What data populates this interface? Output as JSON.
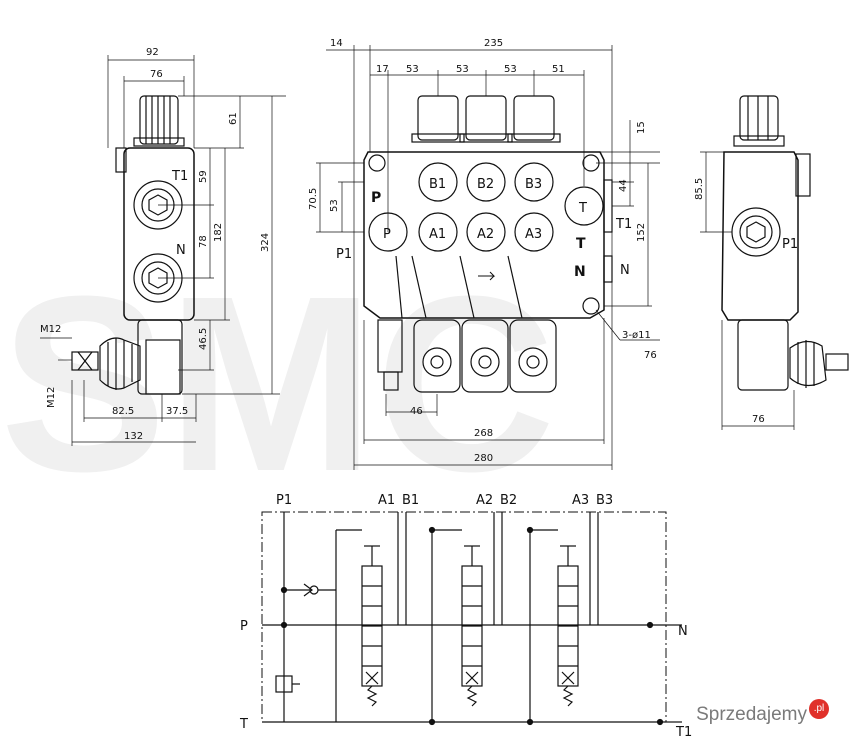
{
  "watermark": "SMC",
  "brand": {
    "name": "Sprzedajemy",
    "tld": ".pl"
  },
  "side_view_left": {
    "dims": {
      "d92": "92",
      "d76": "76",
      "d61": "61",
      "d59": "59",
      "d78": "78",
      "d182": "182",
      "d324": "324",
      "d46_5": "46.5",
      "d82_5": "82.5",
      "d37_5": "37.5",
      "d132": "132",
      "m12a": "M12",
      "m12b": "M12"
    },
    "ports": {
      "t1": "T1",
      "n": "N"
    }
  },
  "front_view": {
    "dims": {
      "d14": "14",
      "d235": "235",
      "d17": "17",
      "d53a": "53",
      "d53b": "53",
      "d53c": "53",
      "d51": "51",
      "d15": "15",
      "d44": "44",
      "d152": "152",
      "d70_5": "70.5",
      "d53v": "53",
      "d46": "46",
      "d268": "268",
      "d280": "280",
      "holes": "3-ø11",
      "d76": "76"
    },
    "ports": {
      "b1": "B1",
      "b2": "B2",
      "b3": "B3",
      "a1": "A1",
      "a2": "A2",
      "a3": "A3",
      "p": "P",
      "p_side": "P",
      "t": "T",
      "t_side": "T",
      "n_side": "N",
      "n": "N",
      "p1": "P1",
      "t1": "T1"
    }
  },
  "side_view_right": {
    "dims": {
      "d85_5": "85.5",
      "d76": "76"
    },
    "ports": {
      "p1": "P1"
    }
  },
  "schematic": {
    "labels": {
      "p1": "P1",
      "a1": "A1",
      "b1": "B1",
      "a2": "A2",
      "b2": "B2",
      "a3": "A3",
      "b3": "B3",
      "p": "P",
      "n": "N",
      "t": "T",
      "t1": "T1"
    }
  }
}
